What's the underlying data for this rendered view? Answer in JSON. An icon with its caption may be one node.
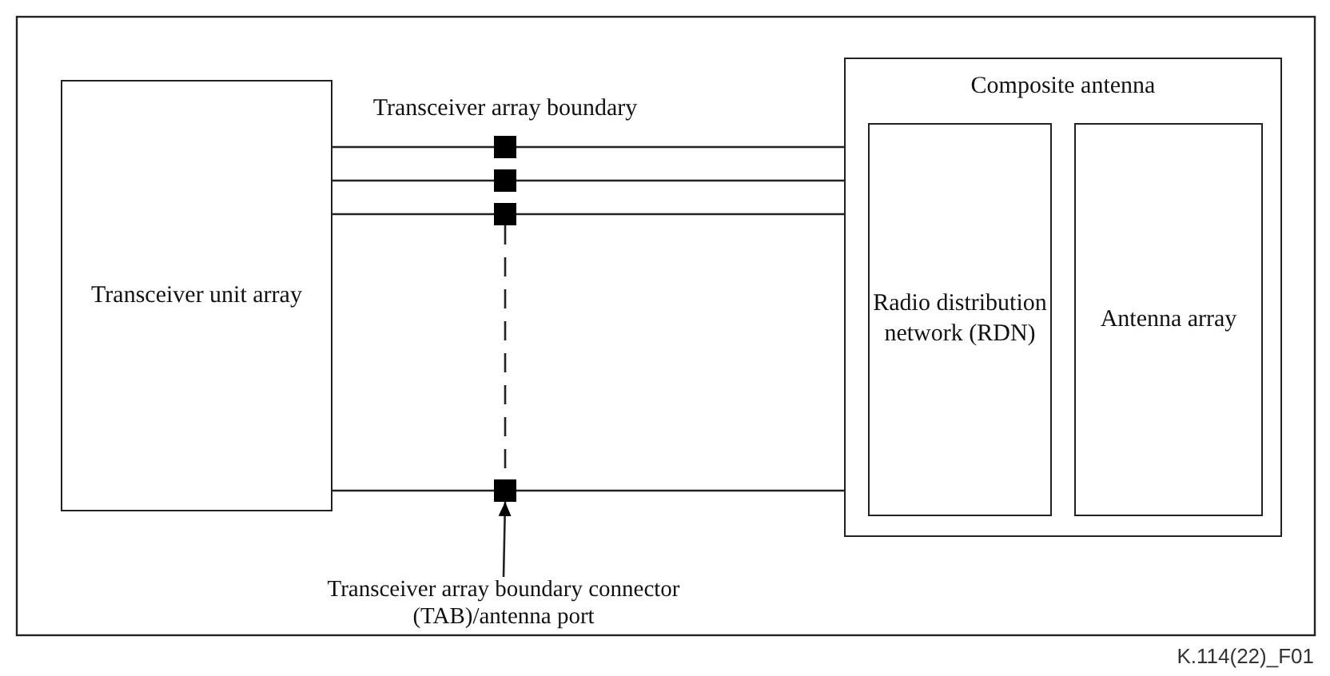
{
  "diagram": {
    "nodes": [
      {
        "text": [
          "Transceiver unit array"
        ]
      },
      {
        "text": [
          "Composite antenna"
        ]
      },
      {
        "text": [
          "Radio distribution network (RDN)"
        ],
        "in": 1
      },
      {
        "text": [
          "Antenna array"
        ],
        "in": 1
      },
      {
        "text": [],
        "shape": "box"
      },
      {
        "text": [],
        "shape": "box"
      },
      {
        "text": [],
        "shape": "box"
      },
      {
        "text": [],
        "shape": "box"
      },
      {
        "text": [
          "Transceiver array boundary connector (TAB)/antenna port"
        ]
      }
    ],
    "edges": [
      {
        "from": 0,
        "to": 4,
        "arrow": "none"
      },
      {
        "from": 4,
        "to": 2,
        "arrow": "none"
      },
      {
        "from": 0,
        "to": 5,
        "arrow": "none"
      },
      {
        "from": 5,
        "to": 2,
        "arrow": "none"
      },
      {
        "from": 0,
        "to": 6,
        "arrow": "none"
      },
      {
        "from": 6,
        "to": 2,
        "arrow": "none"
      },
      {
        "from": 0,
        "to": 7,
        "arrow": "none"
      },
      {
        "from": 7,
        "to": 2,
        "arrow": "none"
      },
      {
        "from": 6,
        "to": 7,
        "arrow": "none",
        "style": "dashed"
      },
      {
        "from": 8,
        "to": 7,
        "arrow": "to"
      }
    ],
    "labels": [
      "Transceiver array boundary",
      "K.114(22)_F01"
    ]
  }
}
